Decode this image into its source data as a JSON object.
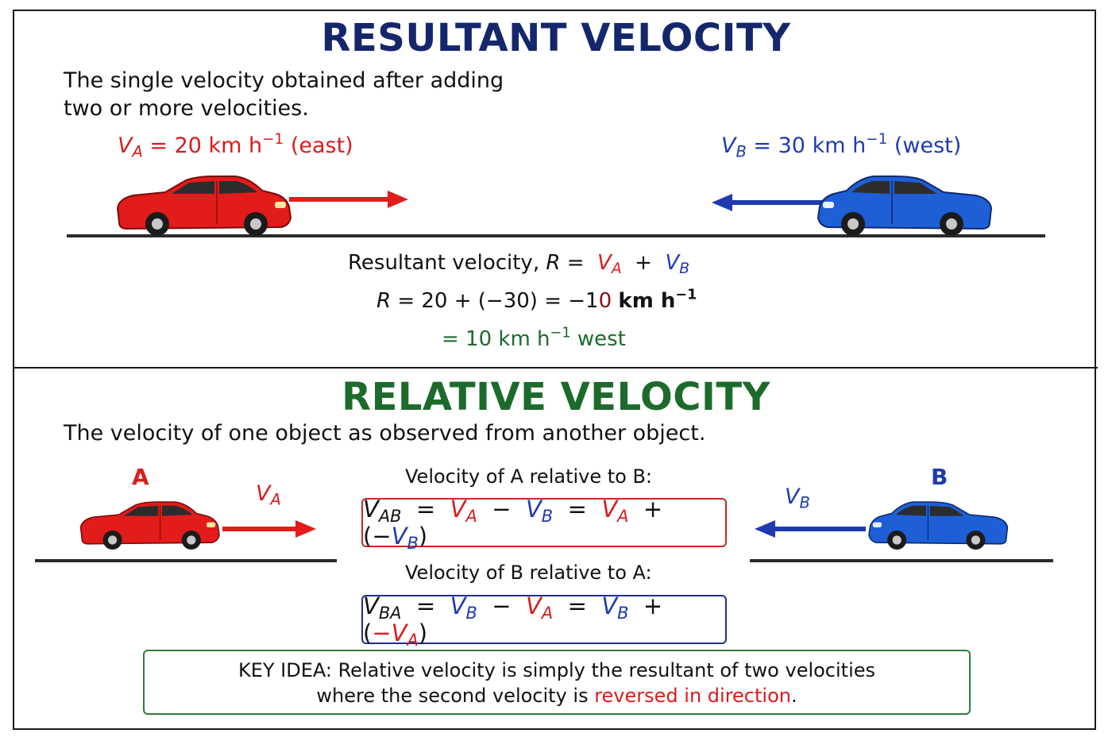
{
  "resultant": {
    "title": "RESULTANT VELOCITY",
    "definition_line1": "The single velocity obtained after adding",
    "definition_line2": "two or more velocities.",
    "va_symbol": "V",
    "va_sub": "A",
    "va_text": "= 20 km h",
    "va_exp": "−1",
    "va_dir": "(east)",
    "vb_symbol": "V",
    "vb_sub": "B",
    "vb_text": "= 30 km h",
    "vb_exp": "−1",
    "vb_dir": "(west)",
    "eq1_label": "Resultant velocity,",
    "eq1_r": "R",
    "eq1_equals": "=",
    "eq1_plus": "+",
    "eq2_r": "R",
    "eq2_mid": "= 20 + (−30) = −1",
    "eq2_zero": "0",
    "eq2_unit": "km h",
    "eq2_exp": "−1",
    "eq3_text": "= 10 km h",
    "eq3_exp": "−1",
    "eq3_dir": "west"
  },
  "relative": {
    "title": "RELATIVE VELOCITY",
    "definition": "The velocity of one object as observed from another object.",
    "label_a": "A",
    "label_b": "B",
    "ab_heading": "Velocity of A relative to B:",
    "ba_heading": "Velocity of B relative to A:",
    "sub_a": "A",
    "sub_b": "B",
    "sub_ab": "AB",
    "sub_ba": "BA",
    "v": "V"
  },
  "key_idea": {
    "line1": "KEY IDEA: Relative velocity is simply the resultant of two velocities",
    "line2_before": "where the second velocity is ",
    "line2_highlight": "reversed in direction",
    "line2_after": "."
  },
  "colors": {
    "title_top": "#14276b",
    "title_bottom": "#1d6b2c",
    "car_a": "#e21b1b",
    "car_b": "#1e5fd6",
    "arrow_a": "#e21b1b",
    "arrow_b": "#1f3ab0"
  }
}
